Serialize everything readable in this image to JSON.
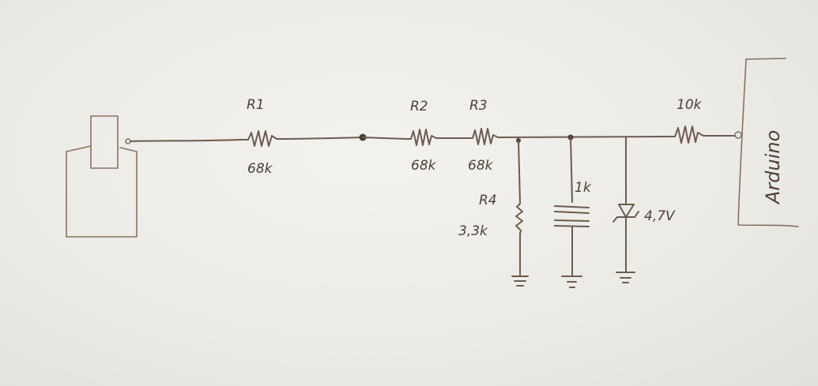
{
  "labels": {
    "r1_name": "R1",
    "r1_value": "68k",
    "r2_name": "R2",
    "r2_value": "68k",
    "r3_name": "R3",
    "r3_value": "68k",
    "r4_name": "R4",
    "r4_value": "3,3k",
    "c_value": "1k",
    "zener_value": "4,7V",
    "r5_value": "10k",
    "arduino": "Arduino"
  },
  "colors": {
    "paper": "#ecebe6",
    "ink": "#6e5a50"
  }
}
